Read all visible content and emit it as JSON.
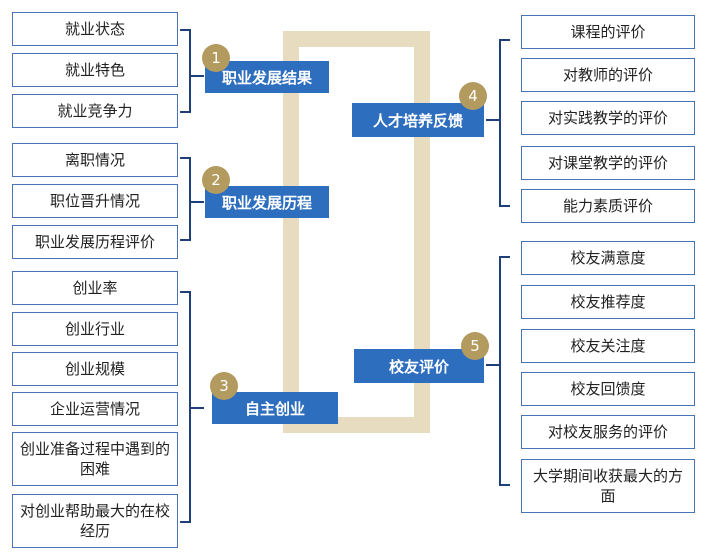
{
  "colors": {
    "category_fill": "#2e6ebf",
    "badge_fill": "#b39a5f",
    "frame": "#e8dcc0",
    "line": "#1f3f7a",
    "box_border": "#4a72b8"
  },
  "groups": {
    "g1": {
      "number": "1",
      "title": "职业发展结果",
      "items": [
        "就业状态",
        "就业特色",
        "就业竞争力"
      ]
    },
    "g2": {
      "number": "2",
      "title": "职业发展历程",
      "items": [
        "离职情况",
        "职位晋升情况",
        "职业发展历程评价"
      ]
    },
    "g3": {
      "number": "3",
      "title": "自主创业",
      "items": [
        "创业率",
        "创业行业",
        "创业规模",
        "企业运营情况",
        "创业准备过程中遇到的困难",
        "对创业帮助最大的在校经历"
      ]
    },
    "g4": {
      "number": "4",
      "title": "人才培养反馈",
      "items": [
        "课程的评价",
        "对教师的评价",
        "对实践教学的评价",
        "对课堂教学的评价",
        "能力素质评价"
      ]
    },
    "g5": {
      "number": "5",
      "title": "校友评价",
      "items": [
        "校友满意度",
        "校友推荐度",
        "校友关注度",
        "校友回馈度",
        "对校友服务的评价",
        "大学期间收获最大的方面"
      ]
    }
  }
}
